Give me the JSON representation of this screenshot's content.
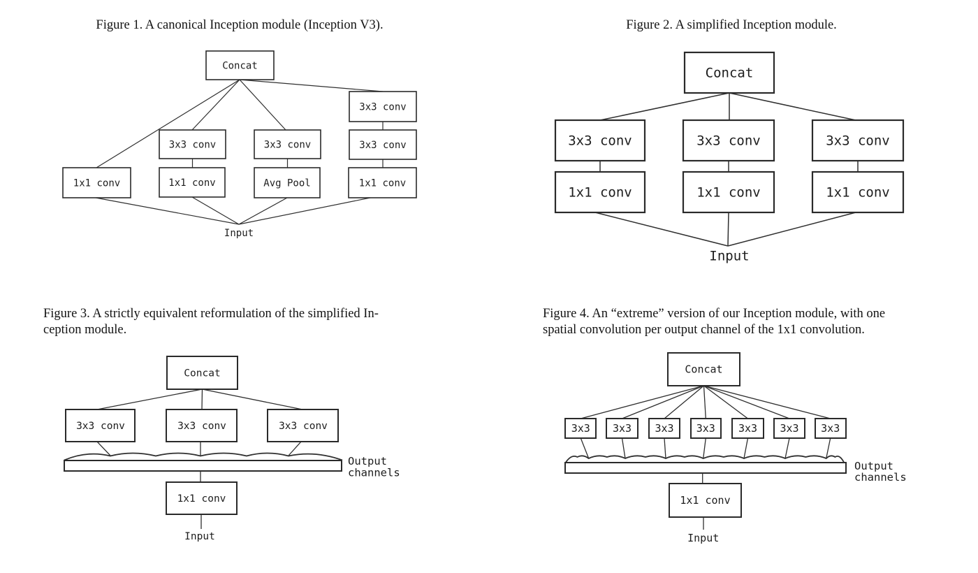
{
  "fig1": {
    "caption": "Figure 1. A canonical Inception module (Inception V3).",
    "concat": "Concat",
    "branch1_conv": "1x1 conv",
    "branch2_top": "3x3 conv",
    "branch2_bottom": "1x1 conv",
    "branch3_top": "3x3 conv",
    "branch3_bottom": "Avg Pool",
    "branch4_top": "3x3 conv",
    "branch4_mid": "3x3 conv",
    "branch4_bottom": "1x1 conv",
    "input": "Input"
  },
  "fig2": {
    "caption": "Figure 2. A simplified Inception module.",
    "concat": "Concat",
    "branch1_top": "3x3 conv",
    "branch1_bottom": "1x1 conv",
    "branch2_top": "3x3 conv",
    "branch2_bottom": "1x1 conv",
    "branch3_top": "3x3 conv",
    "branch3_bottom": "1x1 conv",
    "input": "Input"
  },
  "fig3": {
    "caption_line1": "Figure 3. A strictly equivalent reformulation of the simplified In-",
    "caption_line2": "ception module.",
    "concat": "Concat",
    "conv1": "3x3 conv",
    "conv2": "3x3 conv",
    "conv3": "3x3 conv",
    "output_label_line1": "Output",
    "output_label_line2": "channels",
    "bottleneck": "1x1 conv",
    "input": "Input"
  },
  "fig4": {
    "caption_line1": "Figure 4. An “extreme” version of our Inception module, with one",
    "caption_line2": "spatial convolution per output channel of the 1x1 convolution.",
    "concat": "Concat",
    "convs": [
      "3x3",
      "3x3",
      "3x3",
      "3x3",
      "3x3",
      "3x3",
      "3x3"
    ],
    "output_label_line1": "Output",
    "output_label_line2": "channels",
    "bottleneck": "1x1 conv",
    "input": "Input"
  }
}
